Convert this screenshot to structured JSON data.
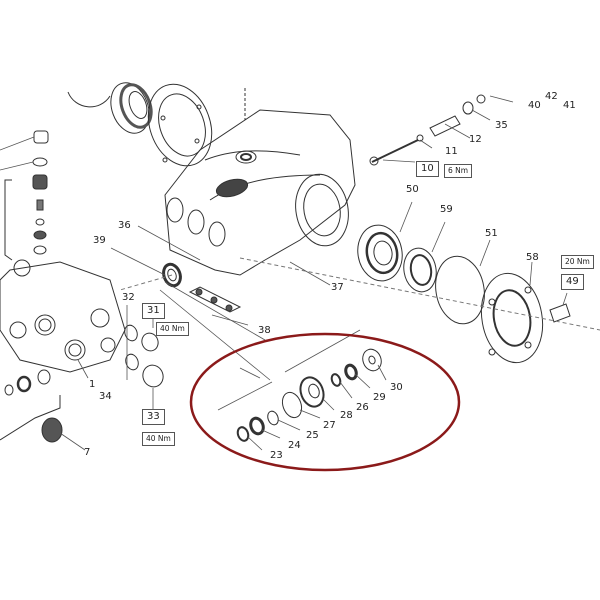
{
  "diagram": {
    "type": "exploded-parts-diagram",
    "subject": "pump crankcase and manifold assembly",
    "highlight": {
      "shape": "ellipse",
      "color": "#8b1a1a",
      "encloses_parts": [
        "23",
        "24",
        "25",
        "26",
        "27",
        "28",
        "29",
        "30"
      ]
    },
    "part_labels": [
      {
        "id": "1",
        "text": "1"
      },
      {
        "id": "7",
        "text": "7"
      },
      {
        "id": "10",
        "text": "10",
        "boxed": true
      },
      {
        "id": "11",
        "text": "11"
      },
      {
        "id": "12",
        "text": "12"
      },
      {
        "id": "23",
        "text": "23"
      },
      {
        "id": "24",
        "text": "24"
      },
      {
        "id": "25",
        "text": "25"
      },
      {
        "id": "26",
        "text": "26"
      },
      {
        "id": "27",
        "text": "27"
      },
      {
        "id": "28",
        "text": "28"
      },
      {
        "id": "29",
        "text": "29"
      },
      {
        "id": "30",
        "text": "30"
      },
      {
        "id": "31",
        "text": "31",
        "boxed": true
      },
      {
        "id": "32",
        "text": "32"
      },
      {
        "id": "33",
        "text": "33",
        "boxed": true
      },
      {
        "id": "34",
        "text": "34"
      },
      {
        "id": "35",
        "text": "35"
      },
      {
        "id": "36",
        "text": "36"
      },
      {
        "id": "37",
        "text": "37"
      },
      {
        "id": "38",
        "text": "38"
      },
      {
        "id": "39",
        "text": "39"
      },
      {
        "id": "40",
        "text": "40"
      },
      {
        "id": "41",
        "text": "41"
      },
      {
        "id": "42",
        "text": "42"
      },
      {
        "id": "49",
        "text": "49",
        "boxed": true
      },
      {
        "id": "50",
        "text": "50"
      },
      {
        "id": "51",
        "text": "51"
      },
      {
        "id": "58",
        "text": "58"
      },
      {
        "id": "59",
        "text": "59"
      }
    ],
    "torque_specs": [
      {
        "part": "10",
        "text": "6 Nm"
      },
      {
        "part": "31",
        "text": "40 Nm"
      },
      {
        "part": "33",
        "text": "40 Nm"
      },
      {
        "part": "49",
        "text": "20 Nm"
      }
    ]
  }
}
